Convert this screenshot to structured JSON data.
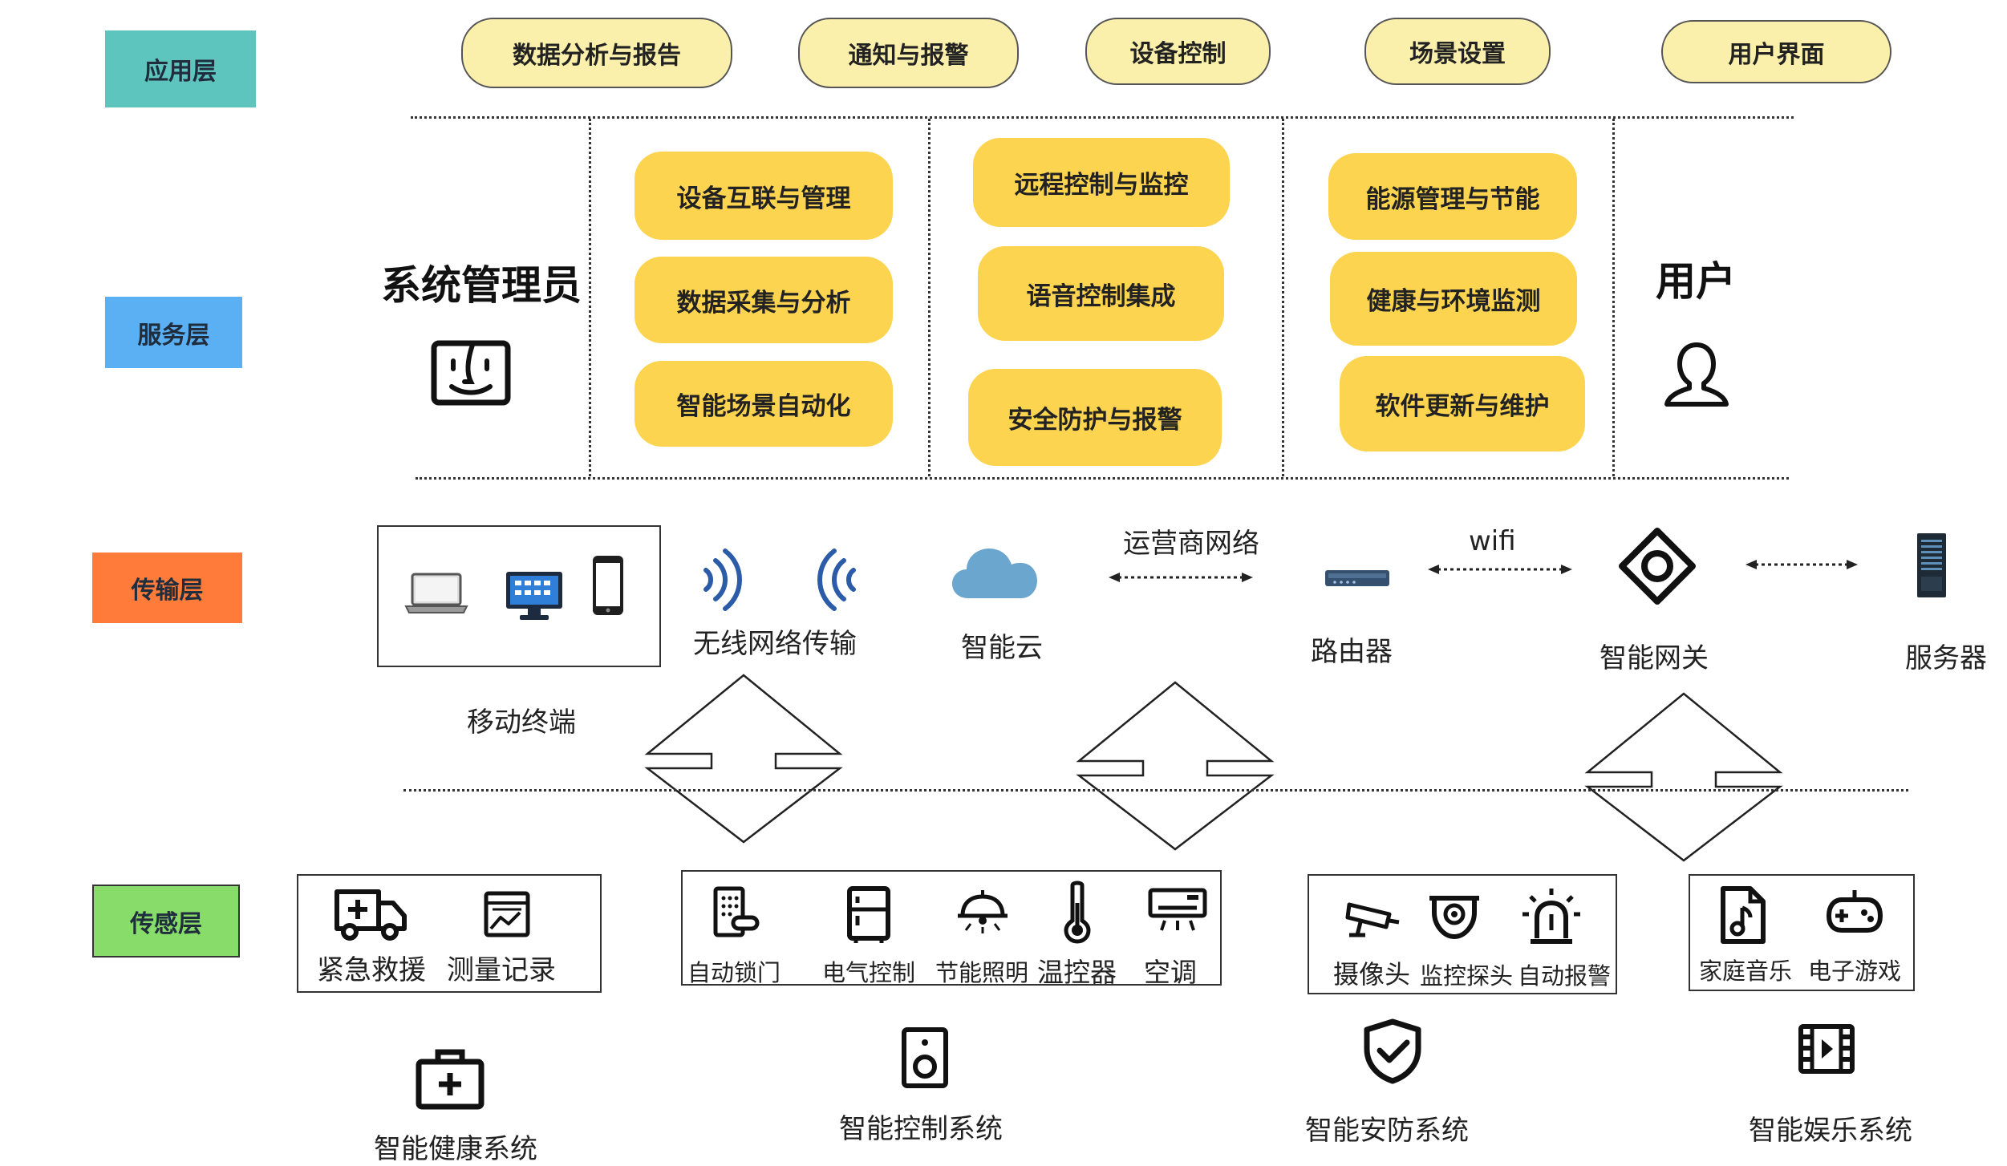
{
  "layers": {
    "app": {
      "label": "应用层",
      "color": "#5ec4be"
    },
    "service": {
      "label": "服务层",
      "color": "#5ab0f2"
    },
    "transport": {
      "label": "传输层",
      "color": "#ff7b3a"
    },
    "sensor": {
      "label": "传感层",
      "color": "#88dc6a"
    }
  },
  "app_layer": {
    "items": [
      "数据分析与报告",
      "通知与报警",
      "设备控制",
      "场景设置",
      "用户界面"
    ]
  },
  "service_layer": {
    "admin_label": "系统管理员",
    "user_label": "用户",
    "col1": [
      "设备互联与管理",
      "数据采集与分析",
      "智能场景自动化"
    ],
    "col2": [
      "远程控制与监控",
      "语音控制集成",
      "安全防护与报警"
    ],
    "col3": [
      "能源管理与节能",
      "健康与环境监测",
      "软件更新与维护"
    ]
  },
  "transport_layer": {
    "mobile_terminal": "移动终端",
    "wireless": "无线网络传输",
    "cloud": "智能云",
    "carrier": "运营商网络",
    "router": "路由器",
    "wifi": "wifi",
    "gateway": "智能网关",
    "server": "服务器"
  },
  "sensor_layer": {
    "health": {
      "items": [
        "紧急救援",
        "测量记录"
      ],
      "system": "智能健康系统"
    },
    "control": {
      "items": [
        "自动锁门",
        "电气控制",
        "节能照明",
        "温控器",
        "空调"
      ],
      "system": "智能控制系统"
    },
    "security": {
      "items": [
        "摄像头",
        "监控探头",
        "自动报警"
      ],
      "system": "智能安防系统"
    },
    "entertainment": {
      "items": [
        "家庭音乐",
        "电子游戏"
      ],
      "system": "智能娱乐系统"
    }
  },
  "colors": {
    "app_pill": "#fbf0ab",
    "service_pill": "#fcd44f",
    "cloud": "#6ba6cf"
  }
}
